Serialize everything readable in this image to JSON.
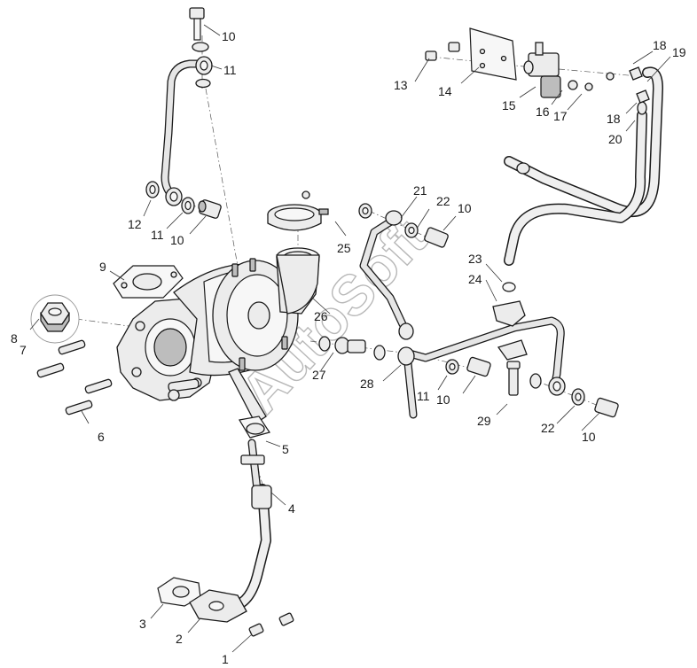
{
  "diagram": {
    "watermark": "AutoSoft",
    "callouts": [
      {
        "id": "c1",
        "text": "1"
      },
      {
        "id": "c2",
        "text": "2"
      },
      {
        "id": "c3",
        "text": "3"
      },
      {
        "id": "c4",
        "text": "4"
      },
      {
        "id": "c5",
        "text": "5"
      },
      {
        "id": "c6",
        "text": "6"
      },
      {
        "id": "c7",
        "text": "7"
      },
      {
        "id": "c8",
        "text": "8"
      },
      {
        "id": "c9",
        "text": "9"
      },
      {
        "id": "c10a",
        "text": "10"
      },
      {
        "id": "c10b",
        "text": "10"
      },
      {
        "id": "c10c",
        "text": "10"
      },
      {
        "id": "c10d",
        "text": "10"
      },
      {
        "id": "c10e",
        "text": "10"
      },
      {
        "id": "c11a",
        "text": "11"
      },
      {
        "id": "c11b",
        "text": "11"
      },
      {
        "id": "c11c",
        "text": "11"
      },
      {
        "id": "c12",
        "text": "12"
      },
      {
        "id": "c13",
        "text": "13"
      },
      {
        "id": "c14",
        "text": "14"
      },
      {
        "id": "c15",
        "text": "15"
      },
      {
        "id": "c16",
        "text": "16"
      },
      {
        "id": "c17",
        "text": "17"
      },
      {
        "id": "c18a",
        "text": "18"
      },
      {
        "id": "c18b",
        "text": "18"
      },
      {
        "id": "c19",
        "text": "19"
      },
      {
        "id": "c20",
        "text": "20"
      },
      {
        "id": "c21",
        "text": "21"
      },
      {
        "id": "c22a",
        "text": "22"
      },
      {
        "id": "c22b",
        "text": "22"
      },
      {
        "id": "c23",
        "text": "23"
      },
      {
        "id": "c24",
        "text": "24"
      },
      {
        "id": "c25",
        "text": "25"
      },
      {
        "id": "c26",
        "text": "26"
      },
      {
        "id": "c27",
        "text": "27"
      },
      {
        "id": "c28",
        "text": "28"
      },
      {
        "id": "c29",
        "text": "29"
      }
    ]
  }
}
